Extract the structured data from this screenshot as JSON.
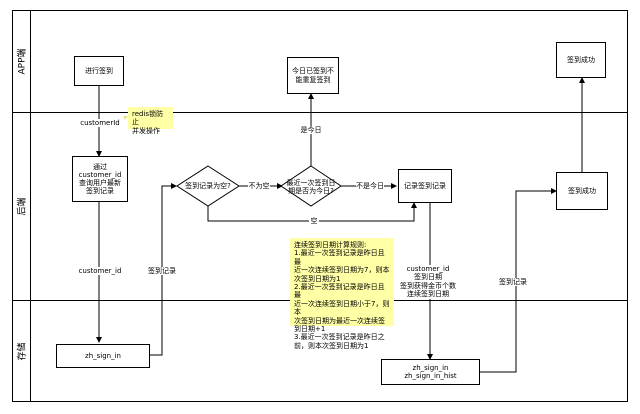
{
  "lanes": {
    "app": "APP端",
    "backend": "后端",
    "storage": "存储"
  },
  "boxes": {
    "do_sign_in": "进行签到",
    "already_signed": "今日已签到不\n能重复签到",
    "sign_success_app": "签到成功",
    "query_latest": "通过\ncustomer_id\n查询用户最新\n签到记录",
    "record_sign_in": "记录签到记录",
    "sign_success_backend": "签到成功",
    "table_sign_in": "zh_sign_in",
    "table_sign_in_hist": "zh_sign_in\nzh_sign_in_hist"
  },
  "decisions": {
    "is_empty": "签到记录为空?",
    "is_today": "最近一次签到日\n期是否为今日?"
  },
  "notes": {
    "redis": "redis锁防止\n并发操作",
    "rule": "连续签到日期计算规则:\n1.最近一次签到记录是昨日且最\n近一次连续签到日期为7，则本\n次签到日期为1\n2.最近一次签到记录是昨日且最\n近一次连续签到日期小于7，则本\n次签到日期为最近一次连续签\n到日期+1\n3.最近一次签到记录是昨日之\n前，则本次签到日期为1"
  },
  "edge_labels": {
    "customer_id_top": "customerId",
    "customer_id_mid": "customer_id",
    "sign_record_left": "签到记录",
    "not_empty": "不为空",
    "is_today": "是今日",
    "not_today": "不是今日",
    "empty": "空",
    "customer_id_block": "customer_id\n签到日期\n签到获得金币个数\n连续签到日期",
    "sign_record_right": "签到记录"
  }
}
